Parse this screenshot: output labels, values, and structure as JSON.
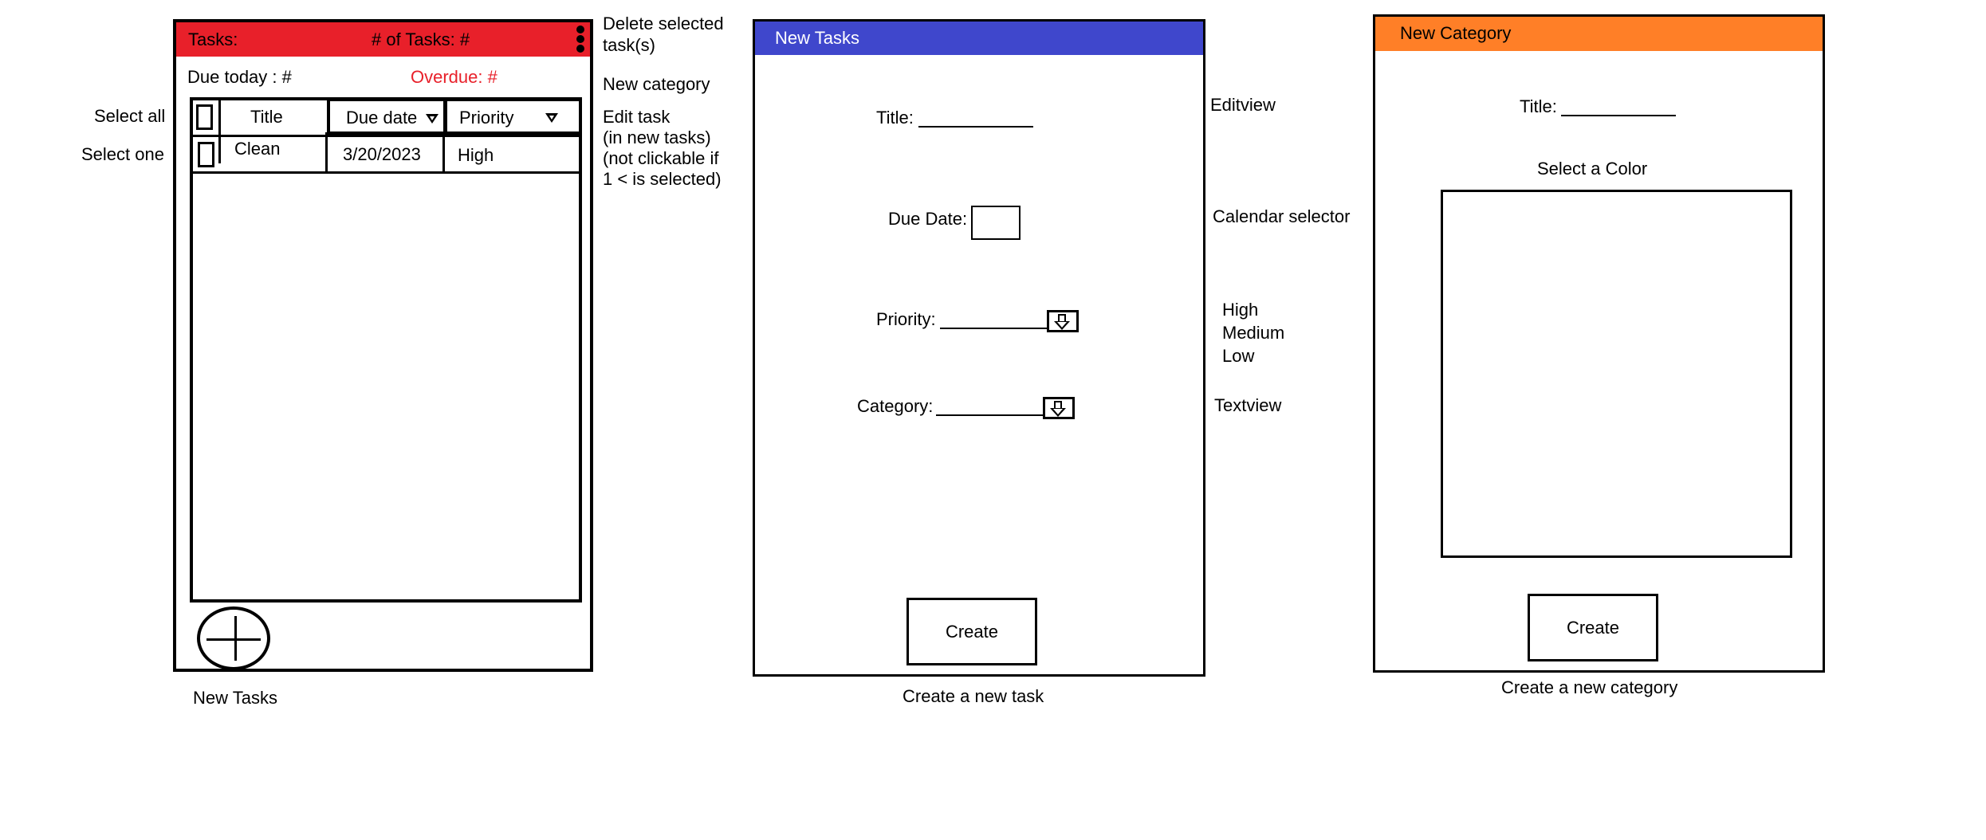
{
  "task_list_screen": {
    "header": {
      "tasks_label": "Tasks:",
      "count_label": "# of Tasks: #",
      "header_color": "#e8202a"
    },
    "due_today": "Due today : #",
    "overdue": "Overdue: #",
    "overdue_color": "#e8202a",
    "columns": {
      "title": "Title",
      "due_date": "Due date",
      "priority": "Priority"
    },
    "rows": [
      {
        "title": "Clean",
        "due_date": "3/20/2023",
        "priority": "High"
      }
    ],
    "fab_icon": "plus-circle-icon",
    "caption": "New Tasks"
  },
  "task_list_annotations": {
    "select_all": "Select all",
    "select_one": "Select one",
    "delete_selected": [
      "Delete selected",
      "task(s)"
    ],
    "new_category": "New category",
    "edit_task": [
      "Edit task",
      "(in new tasks)",
      "(not clickable if",
      "1 < is selected)"
    ]
  },
  "new_task_screen": {
    "header": {
      "title": "New Tasks",
      "header_color": "#3f47cc"
    },
    "title_label": "Title:",
    "due_date_label": "Due Date:",
    "priority_label": "Priority:",
    "category_label": "Category:",
    "create_button": "Create",
    "caption": "Create a new task"
  },
  "new_task_annotations": {
    "editview": "Editview",
    "calendar_selector": "Calendar selector",
    "priority_options": [
      "High",
      "Medium",
      "Low"
    ],
    "textview": "Textview"
  },
  "new_category_screen": {
    "header": {
      "title": "New Category",
      "header_color": "#ff7f27"
    },
    "title_label": "Title:",
    "select_color_label": "Select a Color",
    "create_button": "Create",
    "caption": "Create a new category"
  }
}
